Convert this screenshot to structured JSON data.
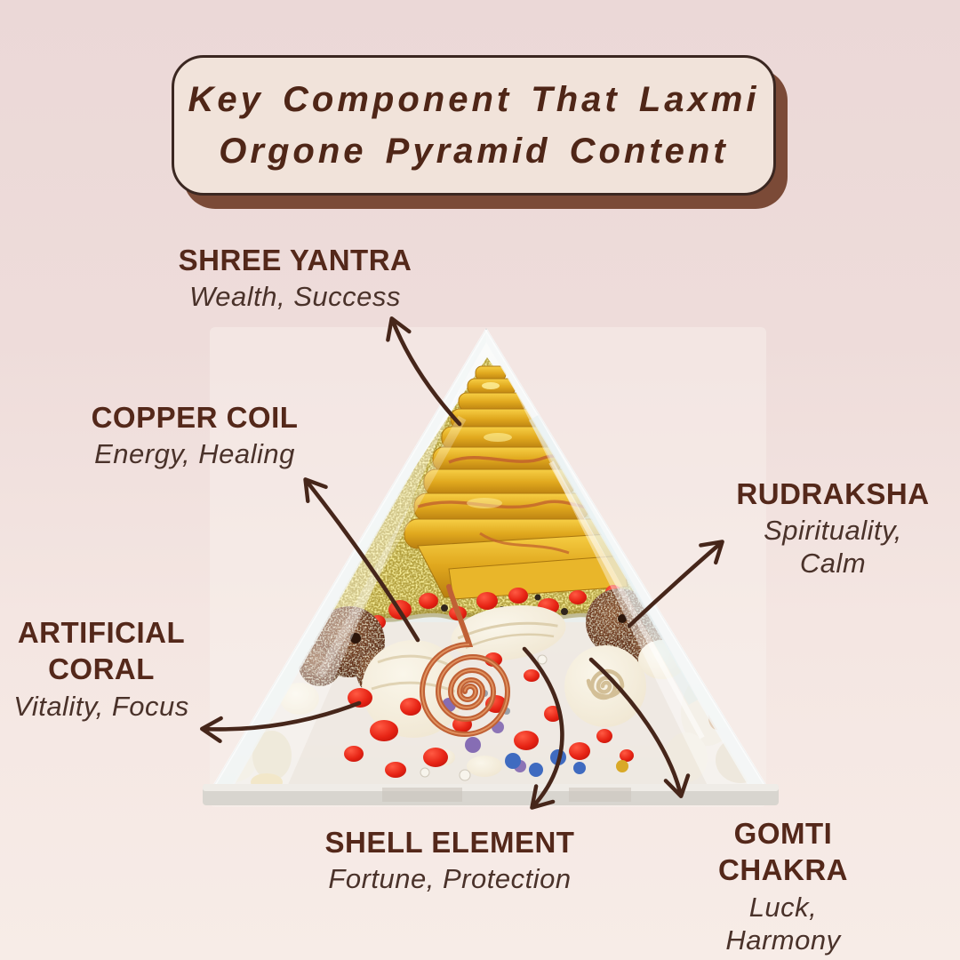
{
  "title": {
    "line1": "Key Component That Laxmi",
    "line2": "Orgone Pyramid Content"
  },
  "labels": [
    {
      "name": "SHREE YANTRA",
      "benefits": "Wealth, Success"
    },
    {
      "name": "COPPER COIL",
      "benefits": "Energy, Healing"
    },
    {
      "name": "RUDRAKSHA",
      "benefits": "Spirituality, Calm"
    },
    {
      "name": "ARTIFICIAL CORAL",
      "benefits": "Vitality, Focus"
    },
    {
      "name": "SHELL ELEMENT",
      "benefits": "Fortune, Protection"
    },
    {
      "name": "GOMTI CHAKRA",
      "benefits": "Luck, Harmony"
    }
  ],
  "colors": {
    "background_top": "#ebd8d7",
    "background_bottom": "#f7ece7",
    "title_box_fill": "#f1e3da",
    "title_box_border": "#3b2721",
    "title_box_shadow": "#7b4a37",
    "heading_text": "#54281a",
    "benefit_text": "#4a322a",
    "arrow": "#46261a",
    "glitter_gold": "#b3a03c",
    "yantra_gold": "#e8b425",
    "coral_red": "#df1f15",
    "copper_wire": "#c06135",
    "shell_cream": "#f3ecdb",
    "rudraksha_brown": "#5f2f1f",
    "bead_blue": "#3f6bc0"
  }
}
